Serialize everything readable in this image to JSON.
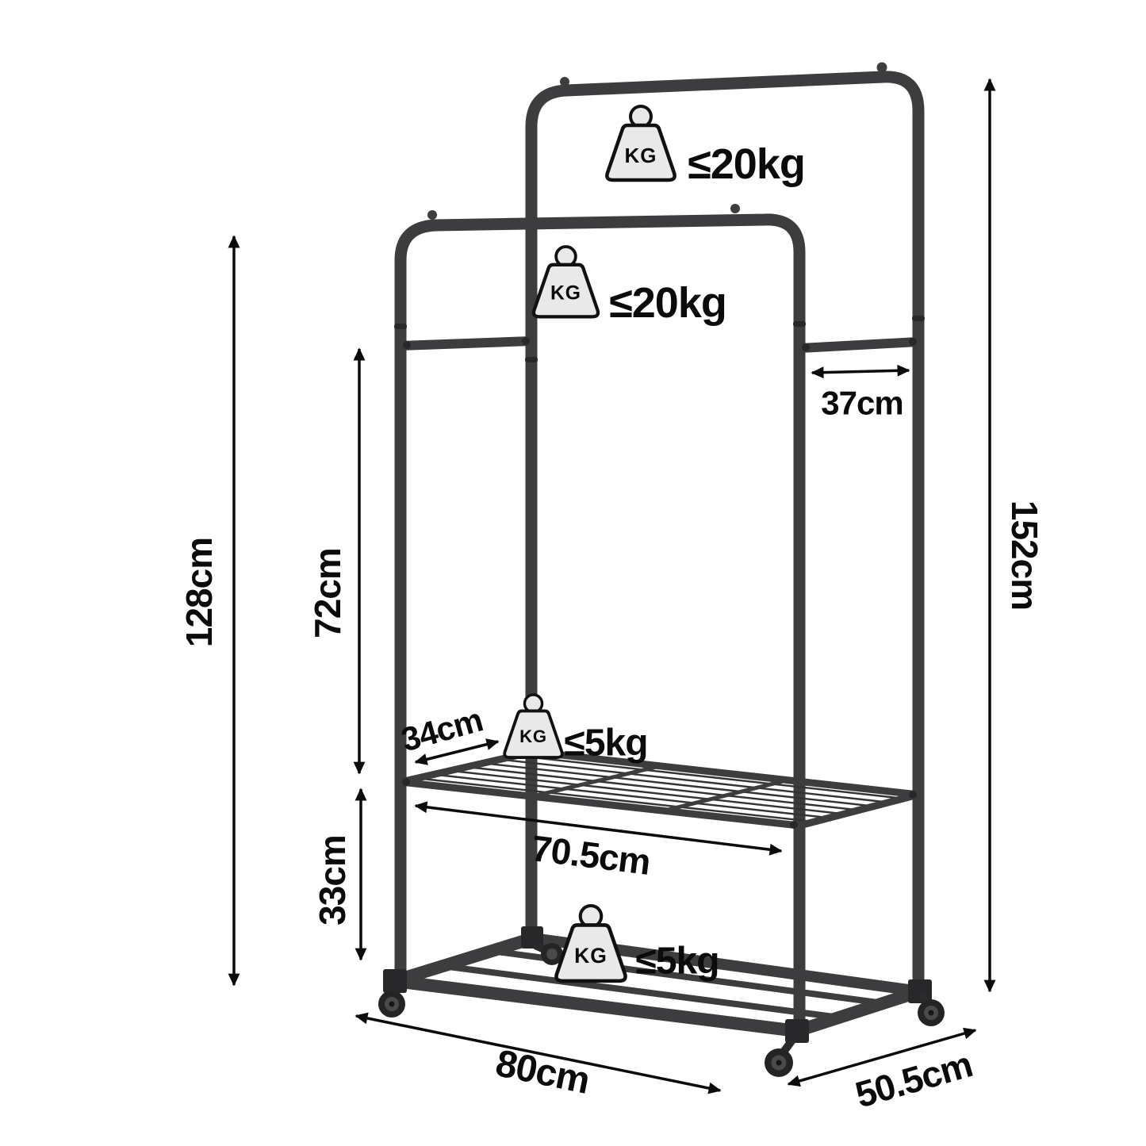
{
  "rack_diagram": {
    "kg_badge": "KG",
    "weights": {
      "rear_rail": "≤20kg",
      "front_rail": "≤20kg",
      "shelf": "≤5kg",
      "base": "≤5kg"
    },
    "dimensions": {
      "overall_height": "152cm",
      "front_rail_height": "128cm",
      "rail_to_shelf": "72cm",
      "shelf_to_base": "33cm",
      "shelf_depth": "34cm",
      "side_rail_gap": "37cm",
      "shelf_length": "70.5cm",
      "base_length": "80cm",
      "base_depth": "50.5cm"
    },
    "colors": {
      "tube": "#3d3d3f",
      "tube_dark": "#28282a",
      "annotation": "#0b0b0b",
      "icon_fill": "#e9e9e9",
      "background": "#ffffff"
    }
  }
}
